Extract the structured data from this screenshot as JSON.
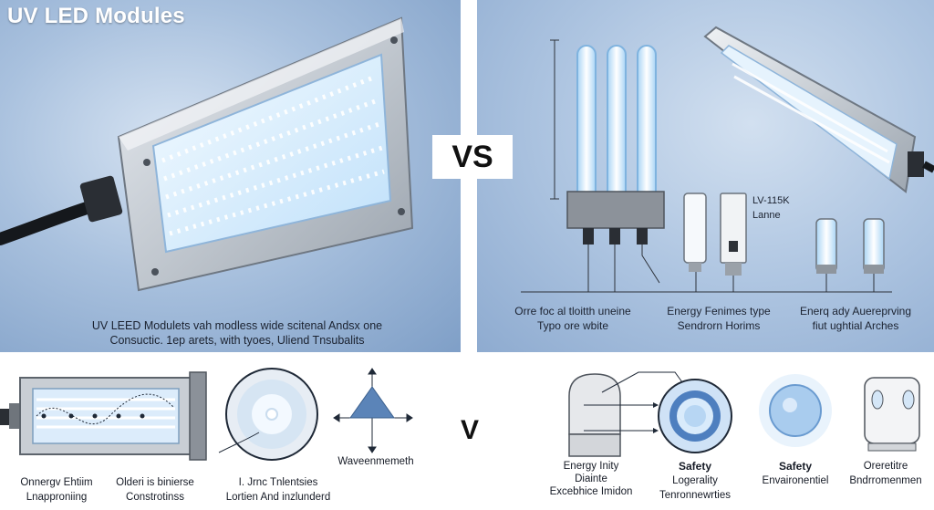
{
  "title": "UV LED Modules",
  "vs_label": "VS",
  "v_label": "V",
  "left_caption": {
    "line1": "UV LEED Modulets vah modless wide scitenal Andsx one",
    "line2": "Consuctic. 1ep arets, with tyoes, Uliend Tnsubalits"
  },
  "right_panel": {
    "lamp_label_1": "LV-115K",
    "lamp_label_2": "Lanne",
    "captions": [
      {
        "line1": "Orre foc al tloitth uneine",
        "line2": "Typo ore wbite"
      },
      {
        "line1": "Energy Fenimes type",
        "line2": "Sendrorn Horims"
      },
      {
        "line1": "Enerq ady Auereprving",
        "line2": "fiut ughtial Arches"
      }
    ]
  },
  "bottom_left": {
    "captions": [
      {
        "line1": "Onnergv Ehtiim",
        "line2": "Lnapproniing"
      },
      {
        "line1": "Olderi is binierse",
        "line2": "Constrotinss"
      },
      {
        "line1": "I. Jrnc Tnlentsies",
        "line2": "Lortien And inzlunderd"
      }
    ],
    "triangle_label": "Waveenmemeth"
  },
  "bottom_right": {
    "captions": [
      {
        "line1": "Energy Inity",
        "line2": "Diainte",
        "line3": "Excebhice Imidon"
      },
      {
        "line1": "Safety",
        "line2": "Logerality",
        "line3": "Tenronnewrties"
      },
      {
        "line1": "Safety",
        "line2": "Envaironentiel"
      },
      {
        "line1": "Oreretitre",
        "line2": "Bndrromenmen"
      }
    ]
  }
}
